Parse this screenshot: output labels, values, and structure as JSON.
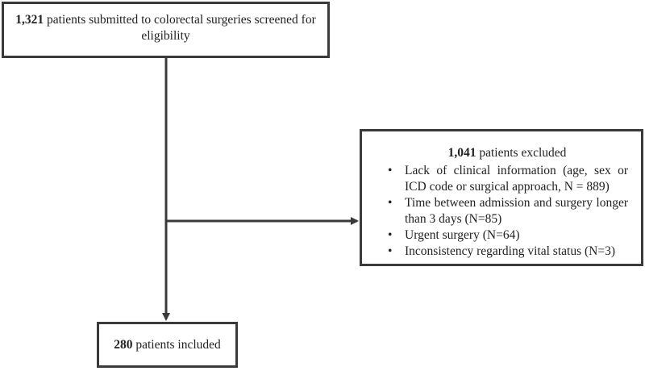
{
  "screened_box": {
    "count": "1,321",
    "text": " patients submitted to colorectal surgeries screened for eligibility"
  },
  "excluded_box": {
    "count": "1,041",
    "text": " patients excluded",
    "items": [
      "Lack of clinical information (age, sex or ICD code or surgical approach, N = 889)",
      "Time between admission and surgery longer than 3 days (N=85)",
      "Urgent surgery (N=64)",
      "Inconsistency regarding vital status (N=3)"
    ]
  },
  "included_box": {
    "count": "280",
    "text": " patients included"
  },
  "colors": {
    "border": "#3a3a3a",
    "text": "#222222",
    "background": "#ffffff"
  }
}
